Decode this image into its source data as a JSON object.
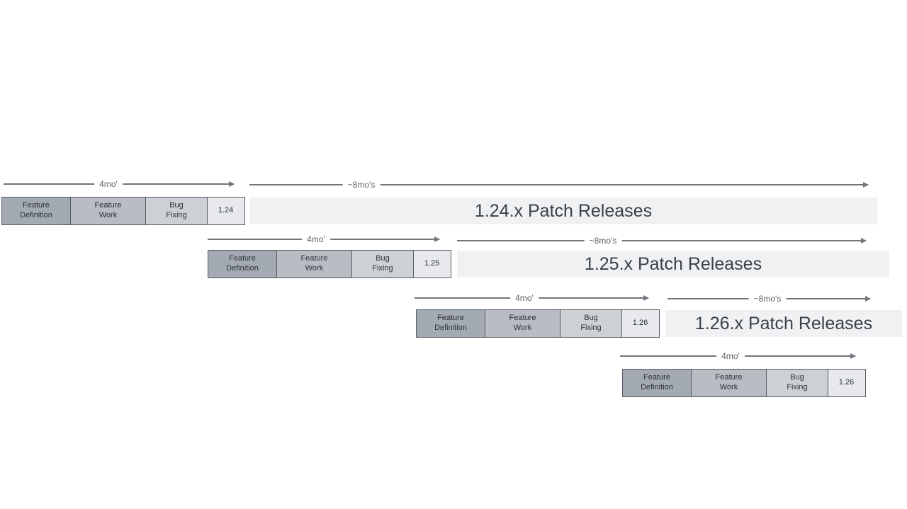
{
  "diagram": {
    "dev_duration_label": "4mo'",
    "patch_duration_label": "~8mo's",
    "phases": [
      "Feature\nDefinition",
      "Feature\nWork",
      "Bug\nFixing"
    ]
  },
  "rows": [
    {
      "version": "1.24",
      "patch_label": "1.24.x Patch Releases"
    },
    {
      "version": "1.25",
      "patch_label": "1.25.x Patch Releases"
    },
    {
      "version": "1.26",
      "patch_label": "1.26.x Patch Releases"
    },
    {
      "version": "1.26",
      "patch_label": ""
    }
  ],
  "colors": {
    "phase_definition": "#a4aab1",
    "phase_work": "#b8bdc3",
    "phase_fixing": "#ccd1d6",
    "version_box": "#e7e9ec",
    "patch_bar": "#f0f1f3",
    "box_border": "#565c63",
    "arrow": "#70767c",
    "box_text": "#2c3238",
    "patch_text": "#3b4147",
    "duration_text": "#5a6066"
  }
}
